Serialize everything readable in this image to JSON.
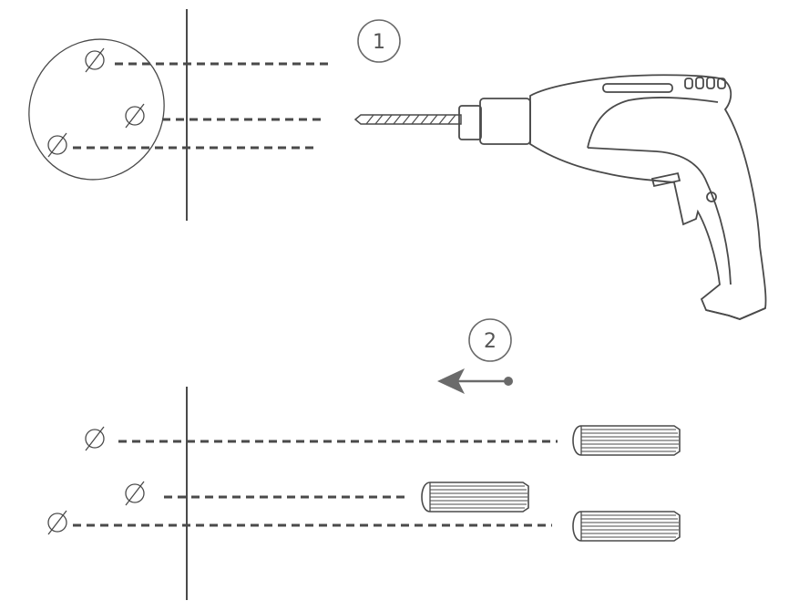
{
  "steps": [
    {
      "id": "step-1",
      "label": "1"
    },
    {
      "id": "step-2",
      "label": "2"
    }
  ],
  "icons": {
    "hole_mark": "diameter-symbol-icon",
    "drill": "power-drill-icon",
    "drill_bit": "drill-bit-icon",
    "wall_plug": "wall-plug-icon",
    "direction_arrow": "arrow-left-icon"
  },
  "colors": {
    "line": "#4a4a4a",
    "arrow": "#6a6a6a",
    "background": "#ffffff"
  }
}
